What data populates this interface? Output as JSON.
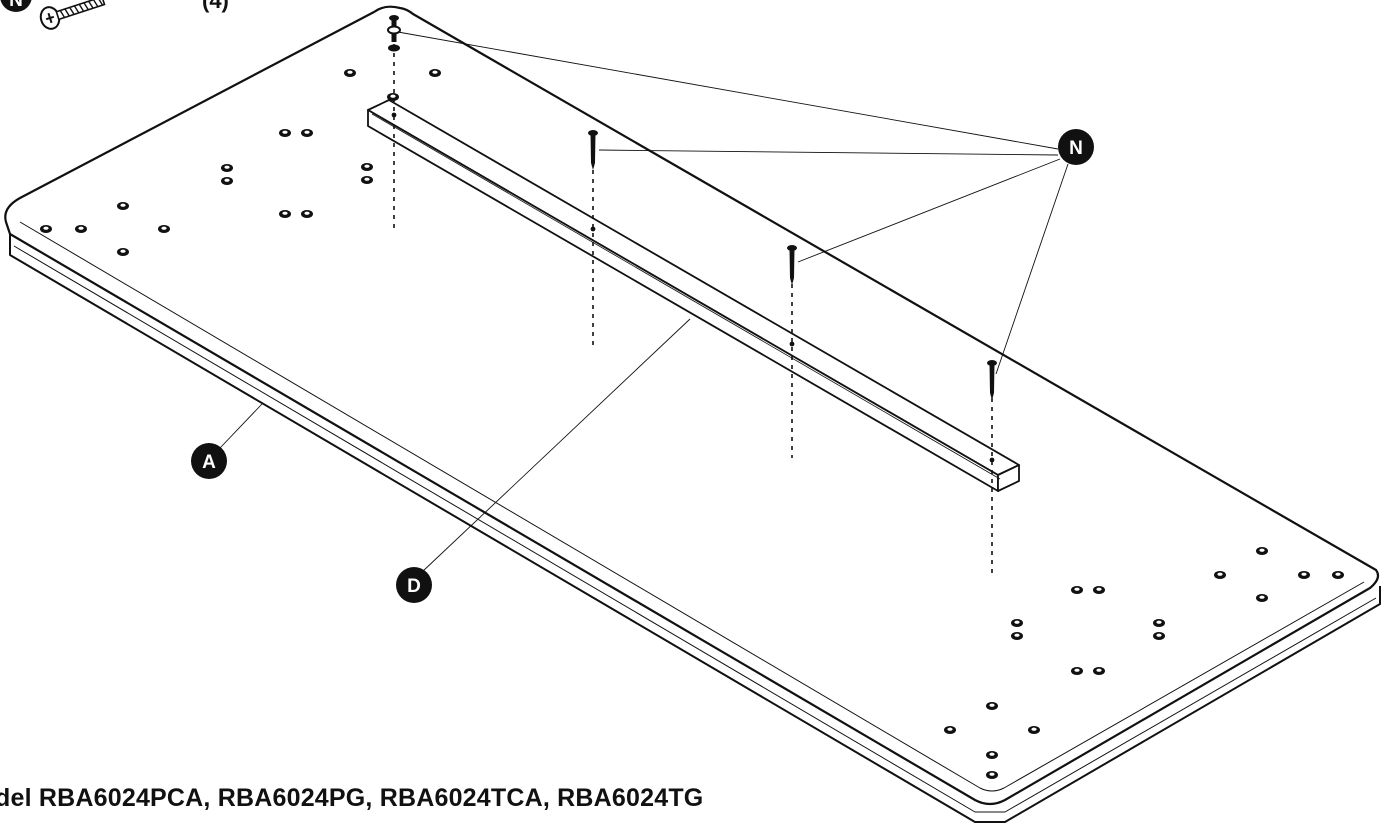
{
  "hardware": {
    "label": "N",
    "quantity": "(4)",
    "icon": "screw-icon"
  },
  "callouts": {
    "screw": "N",
    "tabletop": "A",
    "crossbar": "D"
  },
  "caption": "del RBA6024PCA, RBA6024PG, RBA6024TCA, RBA6024TG",
  "colors": {
    "line": "#111111",
    "background": "#ffffff"
  }
}
